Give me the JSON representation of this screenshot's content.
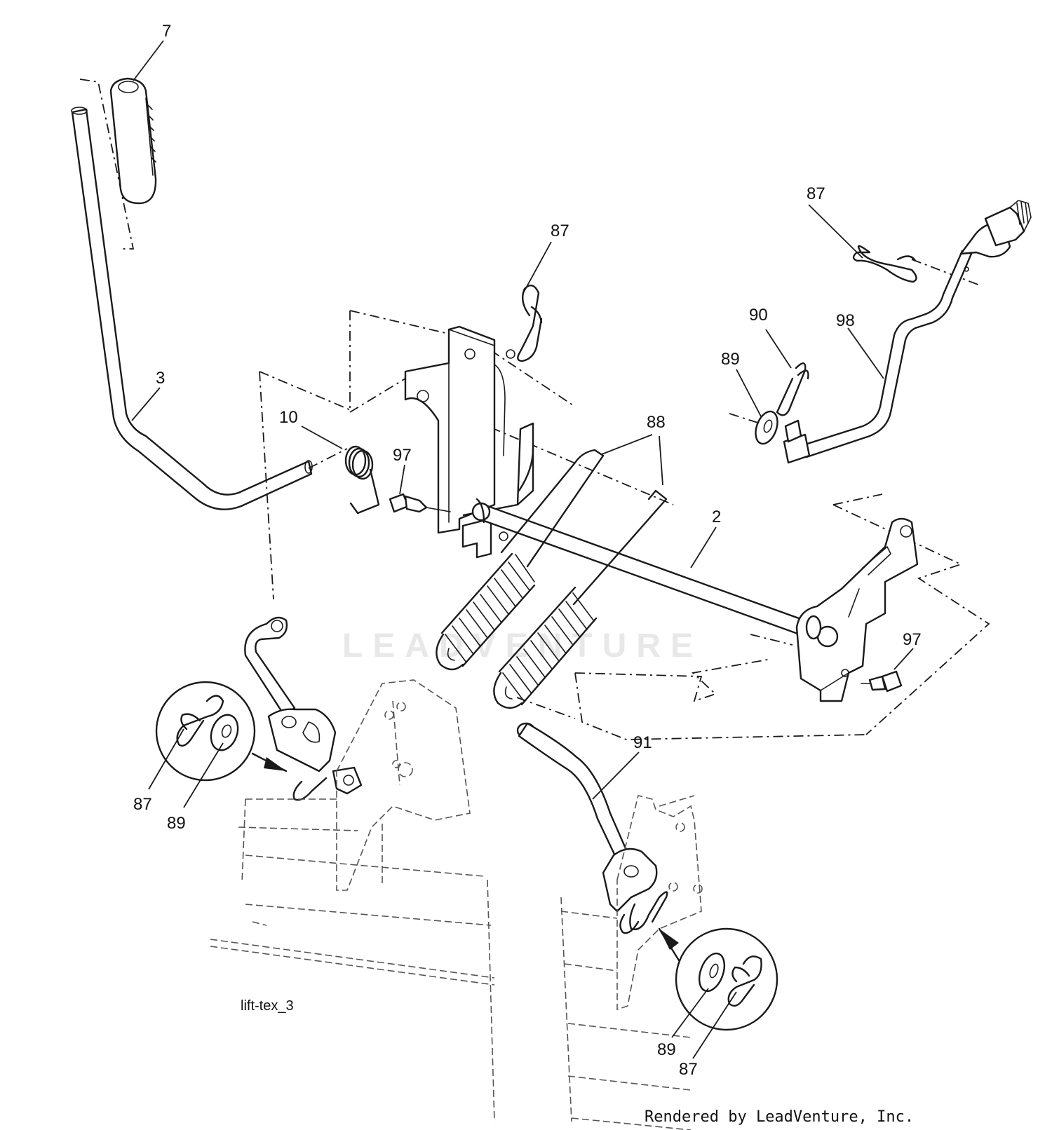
{
  "diagram": {
    "reference_code": "lift-tex_3",
    "credit": "Rendered by LeadVenture, Inc.",
    "watermark": "LEADVENTURE",
    "callouts": [
      {
        "id": "c7",
        "label": "7"
      },
      {
        "id": "c3",
        "label": "3"
      },
      {
        "id": "c87a",
        "label": "87"
      },
      {
        "id": "c87b",
        "label": "87"
      },
      {
        "id": "c10",
        "label": "10"
      },
      {
        "id": "c97a",
        "label": "97"
      },
      {
        "id": "c88",
        "label": "88"
      },
      {
        "id": "c90",
        "label": "90"
      },
      {
        "id": "c98",
        "label": "98"
      },
      {
        "id": "c89a",
        "label": "89"
      },
      {
        "id": "c2",
        "label": "2"
      },
      {
        "id": "c97b",
        "label": "97"
      },
      {
        "id": "c91",
        "label": "91"
      },
      {
        "id": "c87c",
        "label": "87"
      },
      {
        "id": "c89b",
        "label": "89"
      },
      {
        "id": "c89c",
        "label": "89"
      },
      {
        "id": "c87d",
        "label": "87"
      }
    ]
  }
}
